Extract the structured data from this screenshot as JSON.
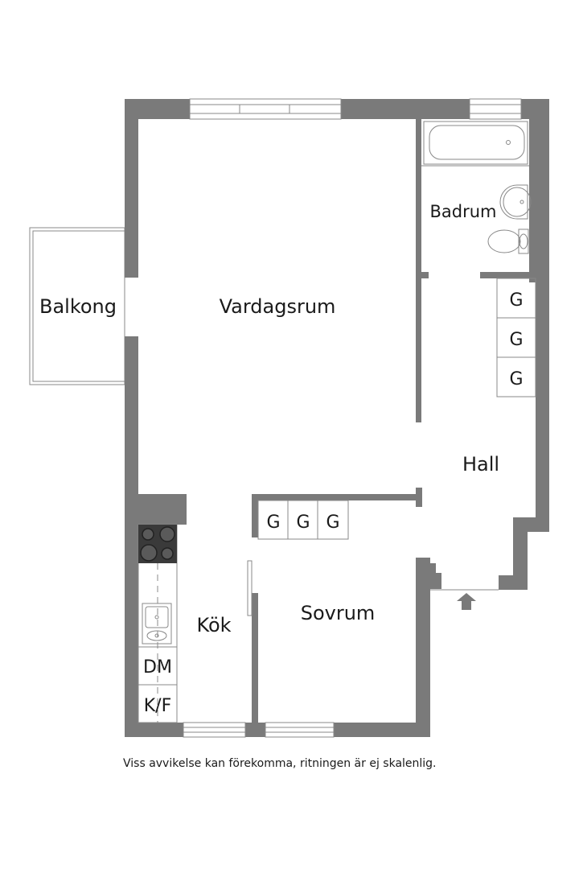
{
  "rooms": {
    "balkong": "Balkong",
    "vardagsrum": "Vardagsrum",
    "badrum": "Badrum",
    "hall": "Hall",
    "kok": "Kök",
    "sovrum": "Sovrum"
  },
  "closet_labels": {
    "hall_1": "G",
    "hall_2": "G",
    "hall_3": "G",
    "mid_1": "G",
    "mid_2": "G",
    "mid_3": "G"
  },
  "kitchen_labels": {
    "dishwasher": "DM",
    "fridge": "K/F"
  },
  "footer_note": "Viss avvikelse kan förekomma, ritningen är ej skalenlig.",
  "colors": {
    "wall": "#7a7a7a",
    "line": "#888888",
    "text": "#1a1a1a"
  }
}
